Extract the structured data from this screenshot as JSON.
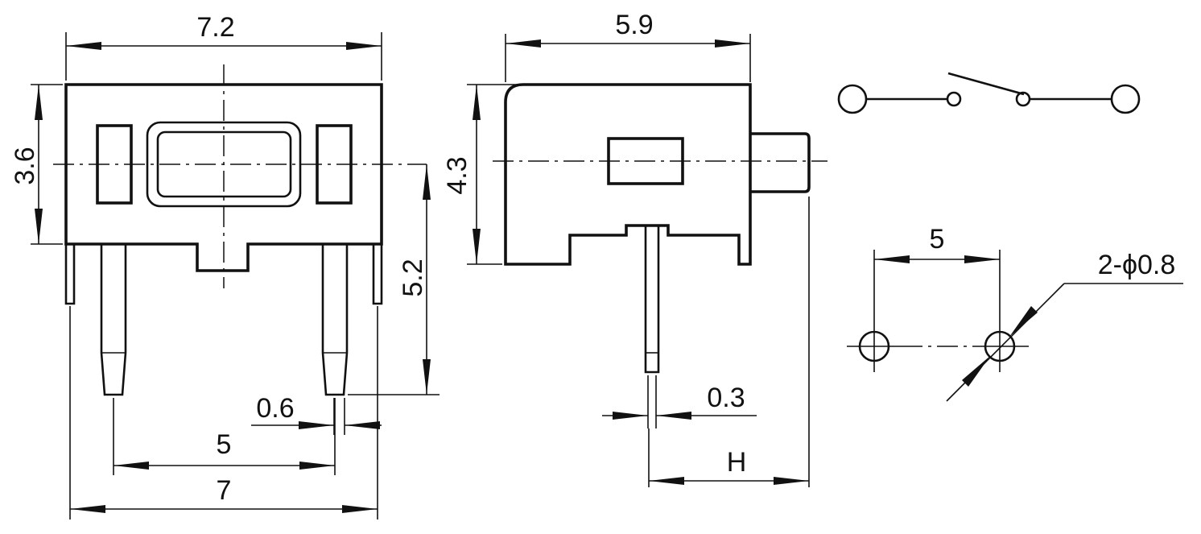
{
  "front_view": {
    "width_dim": "7.2",
    "height_dim": "3.6",
    "lead_length_dim": "5.2",
    "pin_width_dim": "0.6",
    "pin_pitch_dim": "5",
    "outer_pin_span_dim": "7"
  },
  "side_view": {
    "width_dim": "5.9",
    "height_dim": "4.3",
    "terminal_thickness_dim": "0.3",
    "actuator_dim": "H"
  },
  "pcb_layout": {
    "hole_pitch_dim": "5",
    "hole_callout": "2-ϕ0.8"
  },
  "colors": {
    "line": "#111111",
    "background": "#ffffff"
  }
}
